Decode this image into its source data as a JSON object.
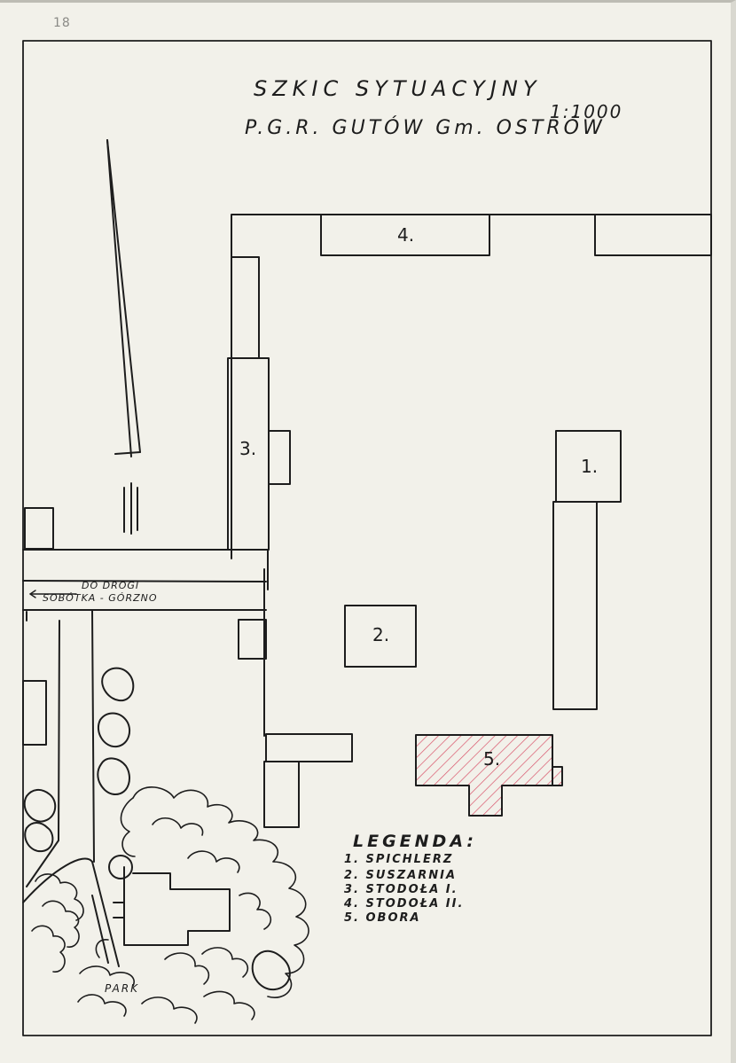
{
  "document": {
    "page_number": "18",
    "title": "SZKIC SYTUACYJNY",
    "subtitle": "P.G.R. GUTÓW Gm. OSTRÓW",
    "scale": "1:1000"
  },
  "buildings": [
    {
      "number": "1."
    },
    {
      "number": "2."
    },
    {
      "number": "3."
    },
    {
      "number": "4."
    },
    {
      "number": "5."
    }
  ],
  "road_label": {
    "line1": "DO DROGI",
    "line2": "SOBÓTKA - GÓRZNO",
    "arrow": "←"
  },
  "legend": {
    "heading": "LEGENDA:",
    "items": [
      "1. SPICHLERZ",
      "2. SUSZARNIA",
      "3. STODOŁA I.",
      "4. STODOŁA II.",
      "5. OBORA"
    ]
  },
  "park_label": "PARK",
  "colors": {
    "ink": "#1d1d1d",
    "paper": "#f2f1ea",
    "hatch": "#d9536a"
  }
}
